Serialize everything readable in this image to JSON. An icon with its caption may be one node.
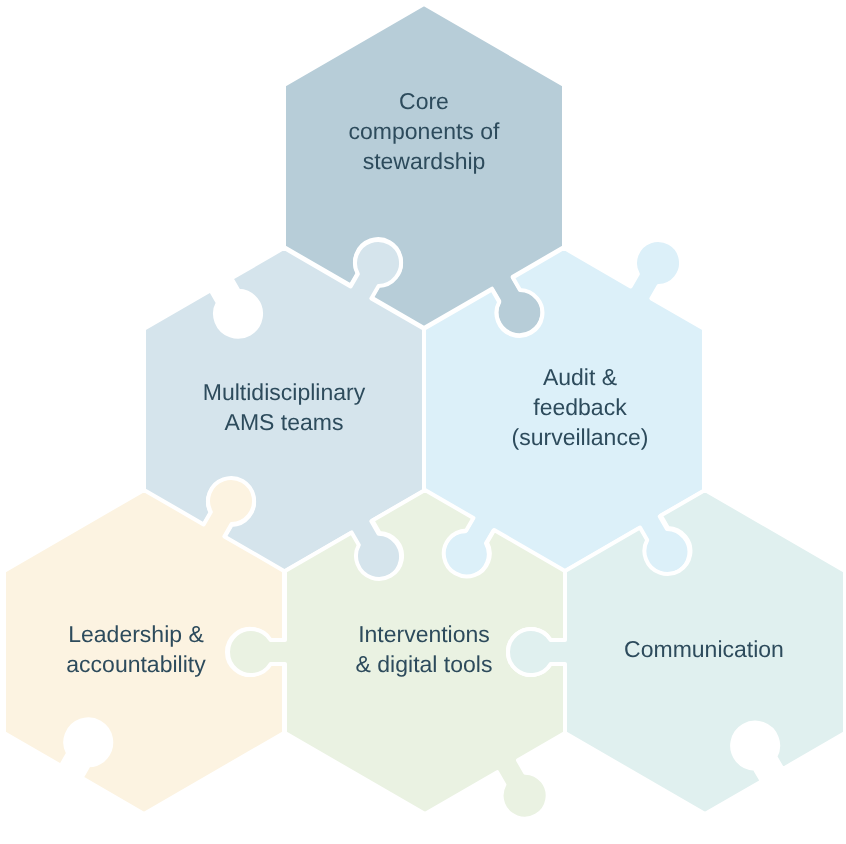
{
  "diagram": {
    "nodes": [
      {
        "text": [
          "Core components of stewardship"
        ]
      },
      {
        "text": [
          "Multidisciplinary AMS teams"
        ]
      },
      {
        "text": [
          "Audit & feedback (surveillance)"
        ]
      },
      {
        "text": [
          "Leadership & accountability"
        ]
      },
      {
        "text": [
          "Interventions & digital tools"
        ]
      },
      {
        "text": [
          "Communication"
        ]
      }
    ]
  }
}
